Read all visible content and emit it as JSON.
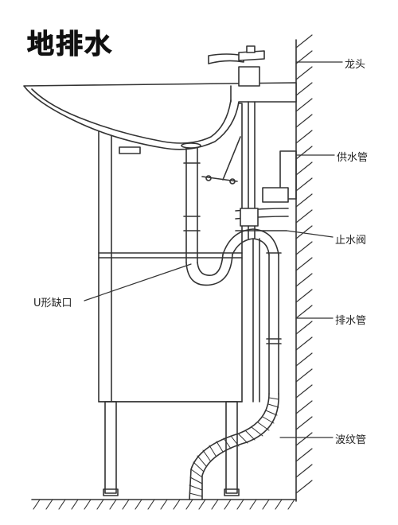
{
  "title": "地排水",
  "labels": {
    "faucet": "龙头",
    "supply_pipe": "供水管",
    "stop_valve": "止水阀",
    "u_notch": "U形缺口",
    "drain_pipe": "排水管",
    "corrugated_pipe": "波纹管"
  }
}
